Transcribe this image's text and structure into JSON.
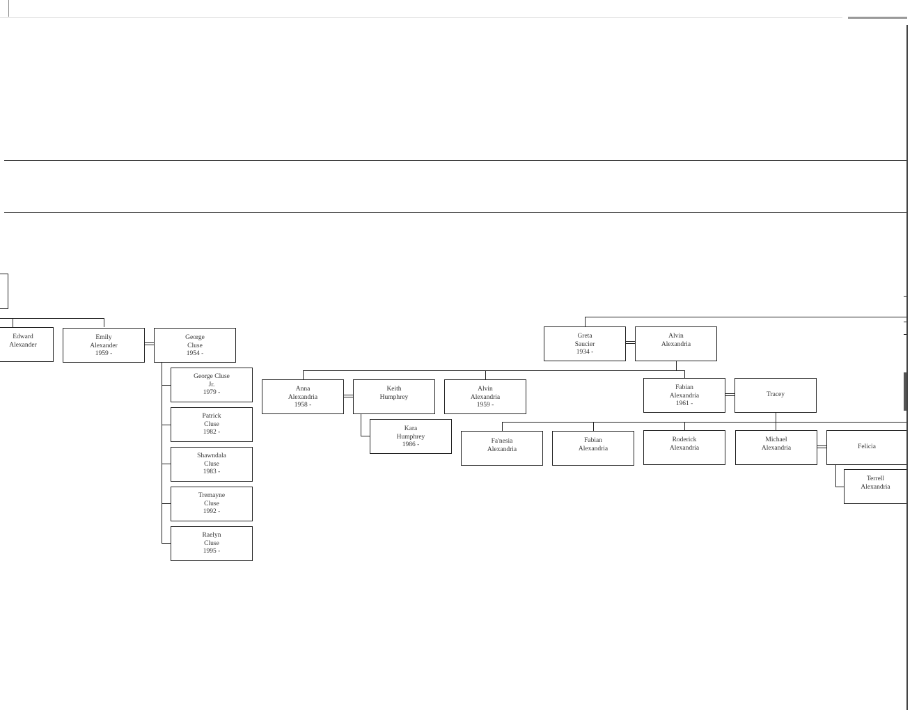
{
  "people": {
    "edward_alexander": {
      "line1": "Edward",
      "line2": "Alexander",
      "line3": ""
    },
    "emily_alexander": {
      "line1": "Emily",
      "line2": "Alexander",
      "line3": "1959 -"
    },
    "george_cluse": {
      "line1": "George",
      "line2": "Cluse",
      "line3": "1954 -"
    },
    "george_cluse_jr": {
      "line1": "George Cluse",
      "line2": "Jr.",
      "line3": "1979 -"
    },
    "patrick_cluse": {
      "line1": "Patrick",
      "line2": "Cluse",
      "line3": "1982 -"
    },
    "shawndala_cluse": {
      "line1": "Shawndala",
      "line2": "Cluse",
      "line3": "1983 -"
    },
    "tremayne_cluse": {
      "line1": "Tremayne",
      "line2": "Cluse",
      "line3": "1992 -"
    },
    "raelyn_cluse": {
      "line1": "Raelyn",
      "line2": "Cluse",
      "line3": "1995 -"
    },
    "greta_saucier": {
      "line1": "Greta",
      "line2": "Saucier",
      "line3": "1934 -"
    },
    "alvin_alexandria_sr": {
      "line1": "Alvin",
      "line2": "Alexandria",
      "line3": ""
    },
    "anna_alexandria": {
      "line1": "Anna",
      "line2": "Alexandria",
      "line3": "1958 -"
    },
    "keith_humphrey": {
      "line1": "Keith",
      "line2": "Humphrey",
      "line3": ""
    },
    "alvin_alexandria_jr": {
      "line1": "Alvin",
      "line2": "Alexandria",
      "line3": "1959 -"
    },
    "fabian_alexandria_sr": {
      "line1": "Fabian",
      "line2": "Alexandria",
      "line3": "1961 -"
    },
    "tracey": {
      "line1": "Tracey",
      "line2": "",
      "line3": ""
    },
    "kara_humphrey": {
      "line1": "Kara",
      "line2": "Humphrey",
      "line3": "1986 -"
    },
    "fanesia_alexandria": {
      "line1": "Fa'nesia",
      "line2": "Alexandria",
      "line3": ""
    },
    "fabian_alexandria_jr": {
      "line1": "Fabian",
      "line2": "Alexandria",
      "line3": ""
    },
    "roderick_alexandria": {
      "line1": "Roderick",
      "line2": "Alexandria",
      "line3": ""
    },
    "michael_alexandria": {
      "line1": "Michael",
      "line2": "Alexandria",
      "line3": ""
    },
    "felicia": {
      "line1": "Felicia",
      "line2": "",
      "line3": ""
    },
    "terrell_alexandria": {
      "line1": "Terrell",
      "line2": "Alexandria",
      "line3": ""
    }
  }
}
